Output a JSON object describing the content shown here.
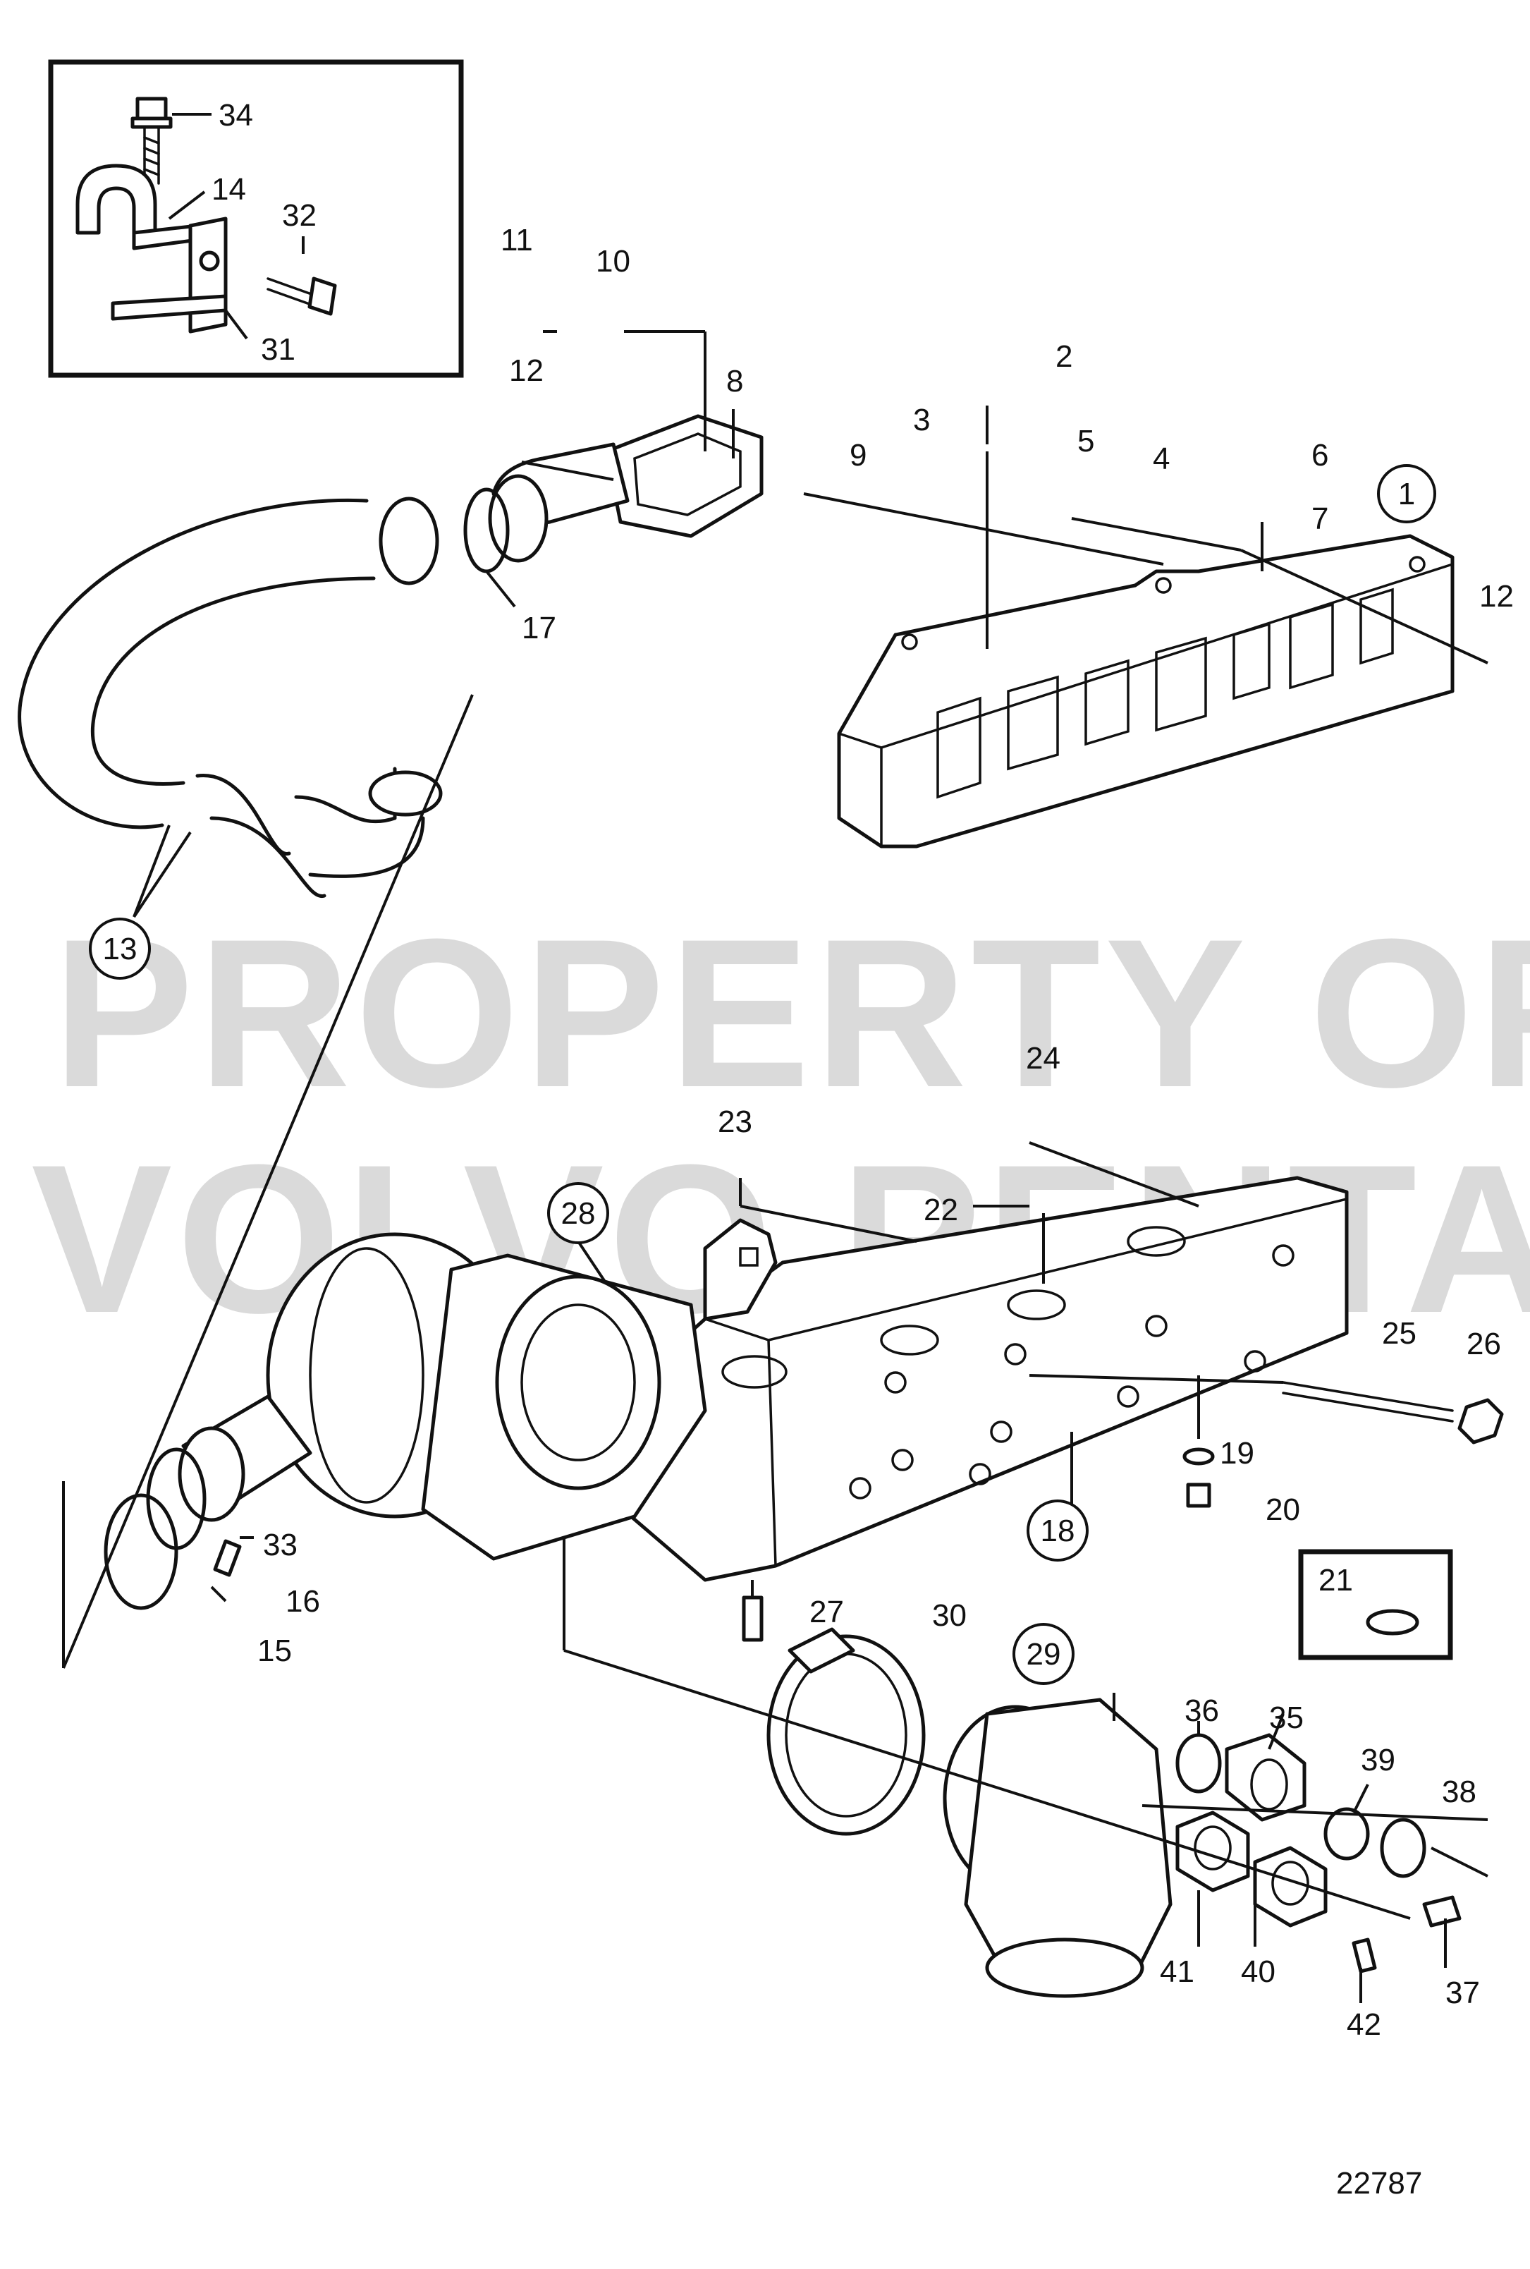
{
  "diagram": {
    "watermark_lines": [
      "PROPERTY OF",
      "VOLVO PENTA"
    ],
    "document_number": "22787",
    "callouts": [
      {
        "id": "1",
        "text": "1",
        "circled": true
      },
      {
        "id": "2",
        "text": "2"
      },
      {
        "id": "3",
        "text": "3"
      },
      {
        "id": "4",
        "text": "4"
      },
      {
        "id": "5",
        "text": "5"
      },
      {
        "id": "6",
        "text": "6"
      },
      {
        "id": "7",
        "text": "7"
      },
      {
        "id": "8",
        "text": "8"
      },
      {
        "id": "9",
        "text": "9"
      },
      {
        "id": "10",
        "text": "10"
      },
      {
        "id": "11",
        "text": "11"
      },
      {
        "id": "12a",
        "text": "12"
      },
      {
        "id": "12b",
        "text": "12"
      },
      {
        "id": "13",
        "text": "13",
        "circled": true
      },
      {
        "id": "14",
        "text": "14"
      },
      {
        "id": "15",
        "text": "15"
      },
      {
        "id": "16",
        "text": "16"
      },
      {
        "id": "17",
        "text": "17"
      },
      {
        "id": "18",
        "text": "18",
        "circled": true
      },
      {
        "id": "19",
        "text": "19"
      },
      {
        "id": "20",
        "text": "20"
      },
      {
        "id": "21",
        "text": "21"
      },
      {
        "id": "22",
        "text": "22"
      },
      {
        "id": "23",
        "text": "23"
      },
      {
        "id": "24",
        "text": "24"
      },
      {
        "id": "25",
        "text": "25"
      },
      {
        "id": "26",
        "text": "26"
      },
      {
        "id": "27",
        "text": "27"
      },
      {
        "id": "28",
        "text": "28",
        "circled": true
      },
      {
        "id": "29",
        "text": "29",
        "circled": true
      },
      {
        "id": "30",
        "text": "30"
      },
      {
        "id": "31",
        "text": "31"
      },
      {
        "id": "32",
        "text": "32"
      },
      {
        "id": "33",
        "text": "33"
      },
      {
        "id": "34",
        "text": "34"
      },
      {
        "id": "35",
        "text": "35"
      },
      {
        "id": "36",
        "text": "36"
      },
      {
        "id": "37",
        "text": "37"
      },
      {
        "id": "38",
        "text": "38"
      },
      {
        "id": "39",
        "text": "39"
      },
      {
        "id": "40",
        "text": "40"
      },
      {
        "id": "41",
        "text": "41"
      },
      {
        "id": "42",
        "text": "42"
      }
    ]
  }
}
